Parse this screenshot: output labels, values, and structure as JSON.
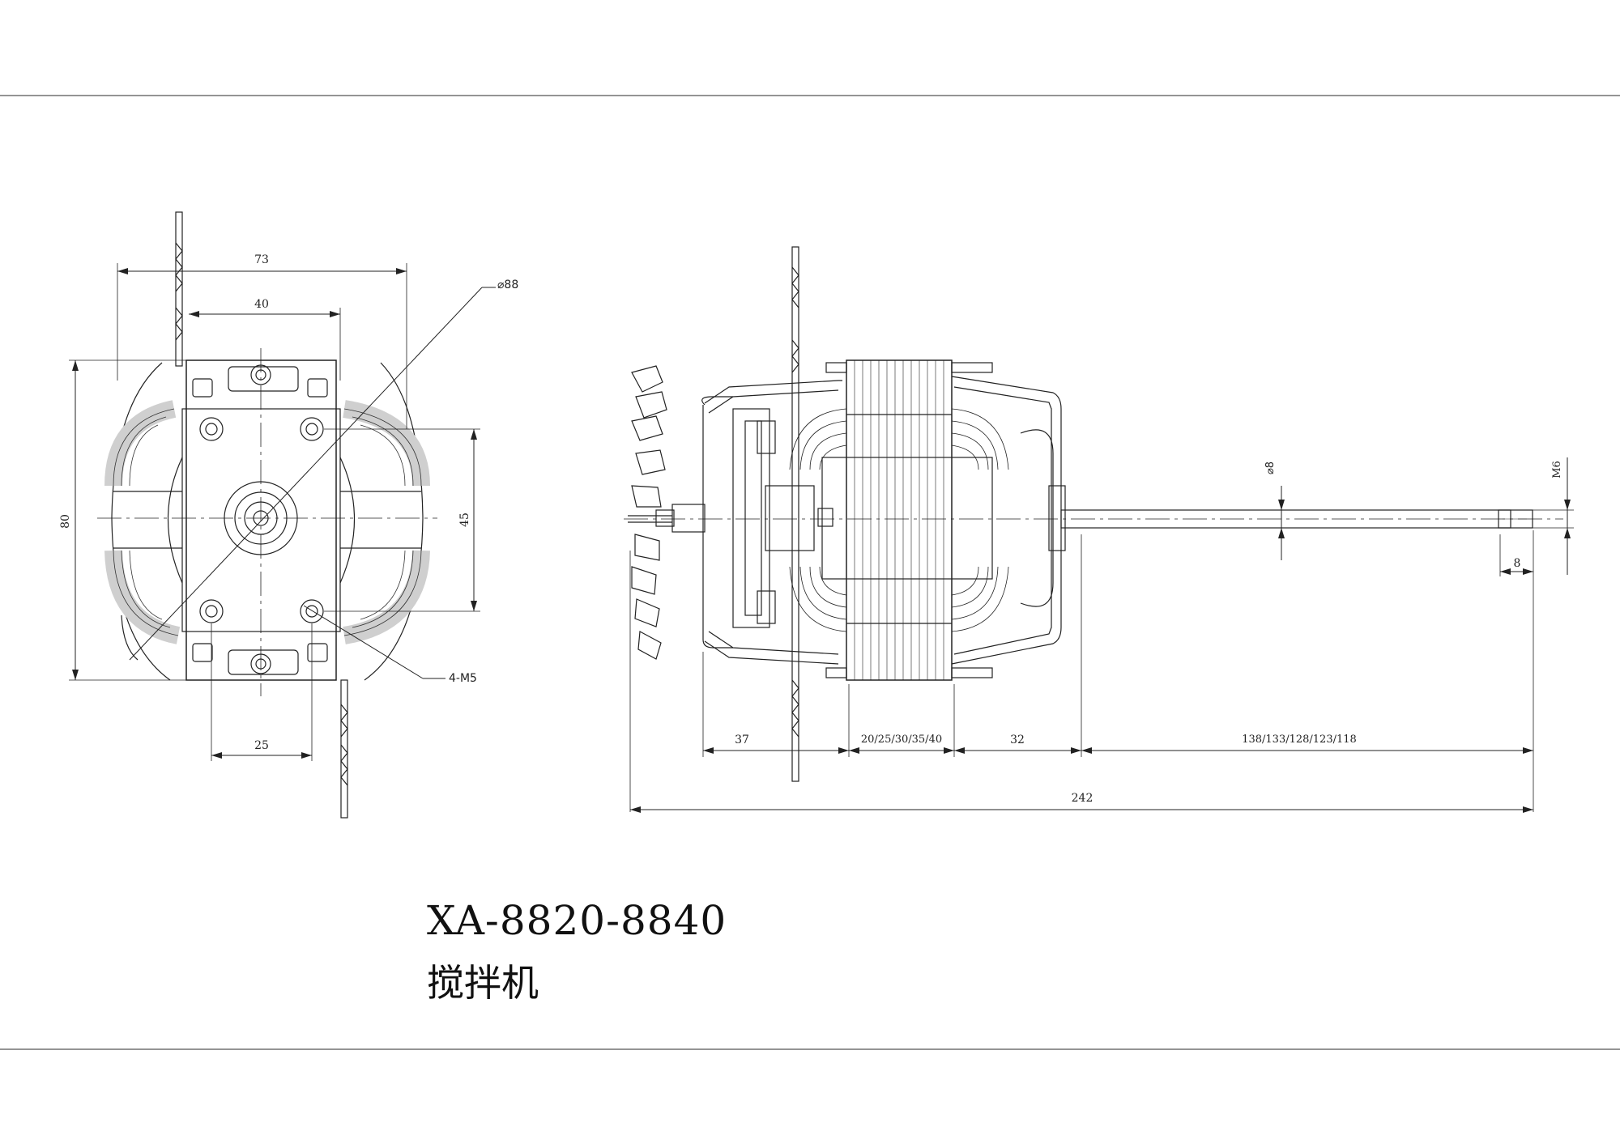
{
  "drawing": {
    "model_code": "XA-8820-8840",
    "product_name": "搅拌机",
    "front_view": {
      "dim_width_overall": "73",
      "dim_width_bracket": "40",
      "dim_diameter": "⌀88",
      "dim_height": "80",
      "dim_hole_spacing_v": "45",
      "dim_hole_spacing_h": "25",
      "dim_threads": "4-M5"
    },
    "side_view": {
      "dim_fan_section": "37",
      "dim_stack_height": "20/25/30/35/40",
      "dim_rear_section": "32",
      "dim_shaft_length": "138/133/128/123/118",
      "dim_overall_length": "242",
      "dim_shaft_diameter": "⌀8",
      "dim_thread": "M6",
      "dim_thread_length": "8"
    }
  }
}
